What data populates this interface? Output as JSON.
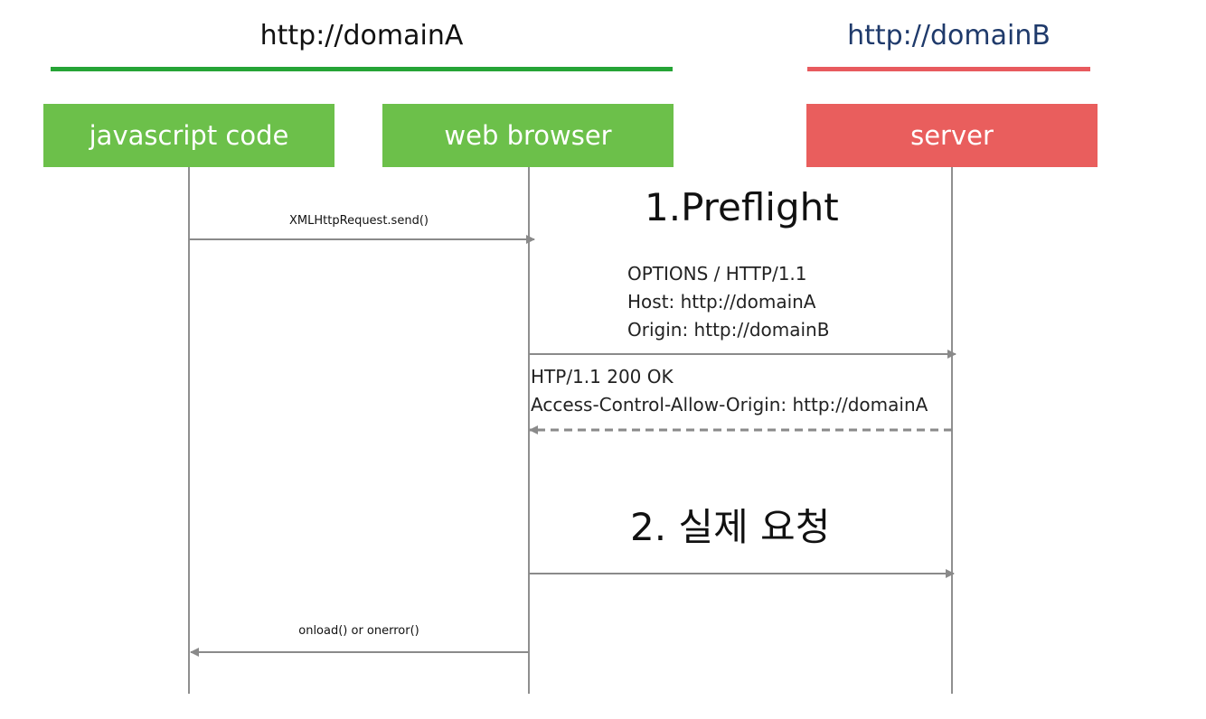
{
  "domains": {
    "a": {
      "label": "http://domainA",
      "color": "#26a436"
    },
    "b": {
      "label": "http://domainB",
      "color": "#e85a5e"
    }
  },
  "participants": [
    {
      "id": "js",
      "label": "javascript code",
      "color": "#6cc04a"
    },
    {
      "id": "browser",
      "label": "web browser",
      "color": "#6cc04a"
    },
    {
      "id": "server",
      "label": "server",
      "color": "#e95e5d"
    }
  ],
  "phases": {
    "preflight": "1.Preflight",
    "actual": "2. 실제 요청"
  },
  "messages": {
    "send": "XMLHttpRequest.send()",
    "preflight_request": [
      "OPTIONS / HTTP/1.1",
      "Host: http://domainA",
      "Origin: http://domainB"
    ],
    "preflight_response": [
      "HTP/1.1 200 OK",
      "Access-Control-Allow-Origin: http://domainA"
    ],
    "callback": "onload() or onerror()"
  }
}
